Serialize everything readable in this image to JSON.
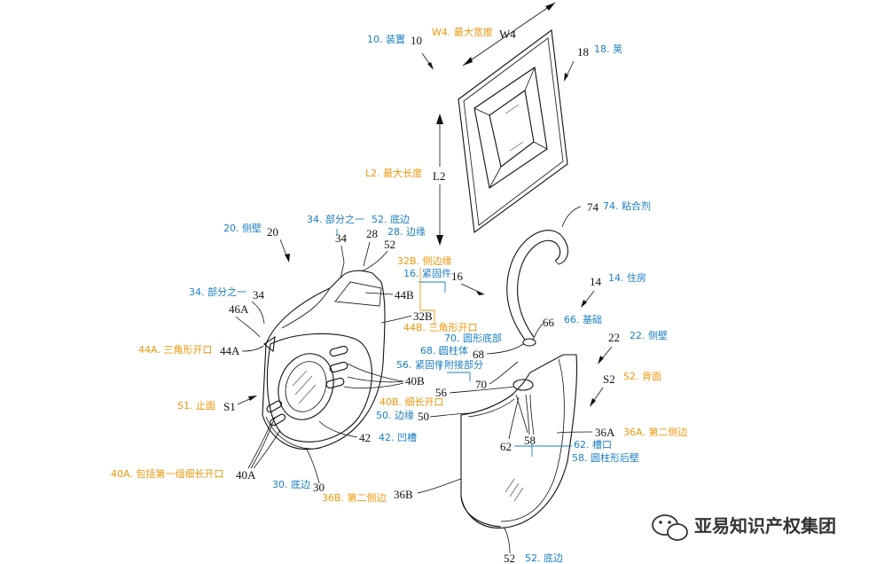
{
  "numerals": {
    "n10": "10",
    "w4": "W4",
    "n18": "18",
    "l2": "L2",
    "n74": "74",
    "n20": "20",
    "n34a": "34",
    "n28": "28",
    "n52a": "52",
    "n34b": "34",
    "n46a": "46A",
    "n44b": "44B",
    "n32b": "32B",
    "n16": "16",
    "n14": "14",
    "n66": "66",
    "n22": "22",
    "n44a": "44A",
    "n68": "68",
    "n70": "70",
    "n40b": "40B",
    "n56": "56",
    "n50": "50",
    "s2": "S2",
    "s1": "S1",
    "n42": "42",
    "n58": "58",
    "n36a": "36A",
    "n62": "62",
    "n40a": "40A",
    "n30": "30",
    "n36b": "36B",
    "n52b": "52"
  },
  "annotations": {
    "a10": "10. 装置",
    "aw4": "W4. 最大宽度",
    "a18": "18. 荚",
    "al2": "L2. 最大长度",
    "a74": "74. 粘合剂",
    "a20": "20. 侧壁",
    "a34_top": "34. 部分之一",
    "a52_top": "52. 底边",
    "a28": "28. 边缘",
    "a32b": "32B. 侧边缘",
    "a16": "16. 紧固件",
    "a14": "14. 住房",
    "a34_left": "34. 部分之一",
    "a44b": "44B. 三角形开口",
    "a66": "66. 基础",
    "a70": "70. 圆形底部",
    "a22": "22. 侧壁",
    "a44a": "44A. 三角形开口",
    "a68": "68. 圆柱体",
    "a56": "56. 紧固件附接部分",
    "as2": "S2. 背面",
    "a40b": "40B. 细长开口",
    "as1": "S1. 止面",
    "a50": "50. 边缘",
    "a36a": "36A. 第二侧边",
    "a42": "42. 凹槽",
    "a62": "62. 槽口",
    "a58": "58. 圆柱形后壁",
    "a40a": "40A. 包括第一组细长开口",
    "a30": "30. 底边",
    "a36b": "36B. 第二侧边",
    "a52_bottom": "52. 底边"
  },
  "watermark": {
    "text": "亚易知识产权集团",
    "icon": "wechat-icon"
  },
  "colors": {
    "blue": "#1a7fc4",
    "orange": "#f0960a",
    "line": "#111111"
  }
}
